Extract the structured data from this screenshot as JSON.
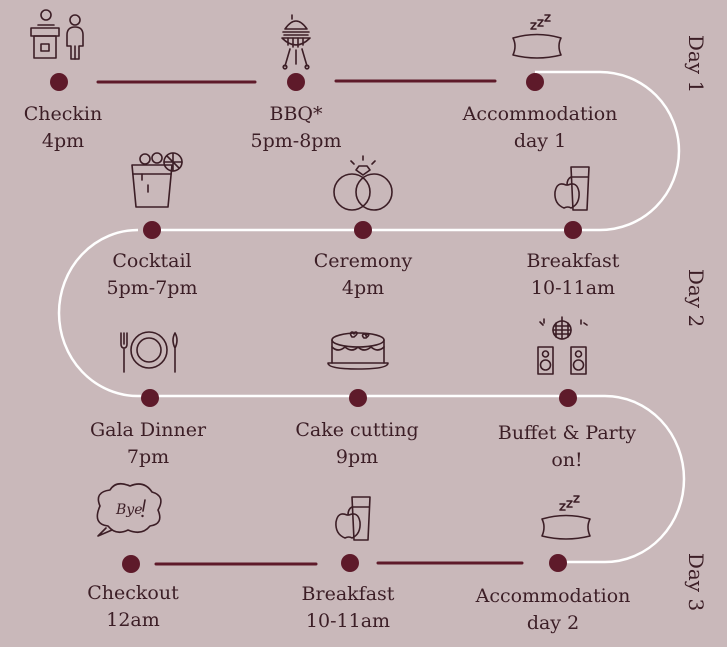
{
  "days": [
    "Day 1",
    "Day 2",
    "Day 3"
  ],
  "colors": {
    "background": "#c9b8ba",
    "accent": "#5e1a2a",
    "ink": "#3c1e26",
    "track": "#ffffff"
  },
  "events": [
    {
      "id": "checkin",
      "title": "Checkin",
      "time": "4pm",
      "icon": "reception-icon"
    },
    {
      "id": "bbq",
      "title": "BBQ*",
      "time": "5pm-8pm",
      "icon": "grill-icon"
    },
    {
      "id": "accommodation-1",
      "title": "Accommodation",
      "time": "day 1",
      "icon": "pillow-sleep-icon"
    },
    {
      "id": "breakfast-1",
      "title": "Breakfast",
      "time": "10-11am",
      "icon": "breakfast-icon"
    },
    {
      "id": "ceremony",
      "title": "Ceremony",
      "time": "4pm",
      "icon": "rings-icon"
    },
    {
      "id": "cocktail",
      "title": "Cocktail",
      "time": "5pm-7pm",
      "icon": "cocktail-icon"
    },
    {
      "id": "gala-dinner",
      "title": "Gala Dinner",
      "time": "7pm",
      "icon": "dinner-plate-icon"
    },
    {
      "id": "cake-cutting",
      "title": "Cake cutting",
      "time": "9pm",
      "icon": "cake-icon"
    },
    {
      "id": "buffet-party",
      "title": "Buffet & Party",
      "time": "on!",
      "icon": "disco-speakers-icon"
    },
    {
      "id": "accommodation-2",
      "title": "Accommodation",
      "time": "day 2",
      "icon": "pillow-sleep-icon"
    },
    {
      "id": "breakfast-2",
      "title": "Breakfast",
      "time": "10-11am",
      "icon": "breakfast-icon"
    },
    {
      "id": "checkout",
      "title": "Checkout",
      "time": "12am",
      "icon": "bye-bubble-icon"
    }
  ]
}
